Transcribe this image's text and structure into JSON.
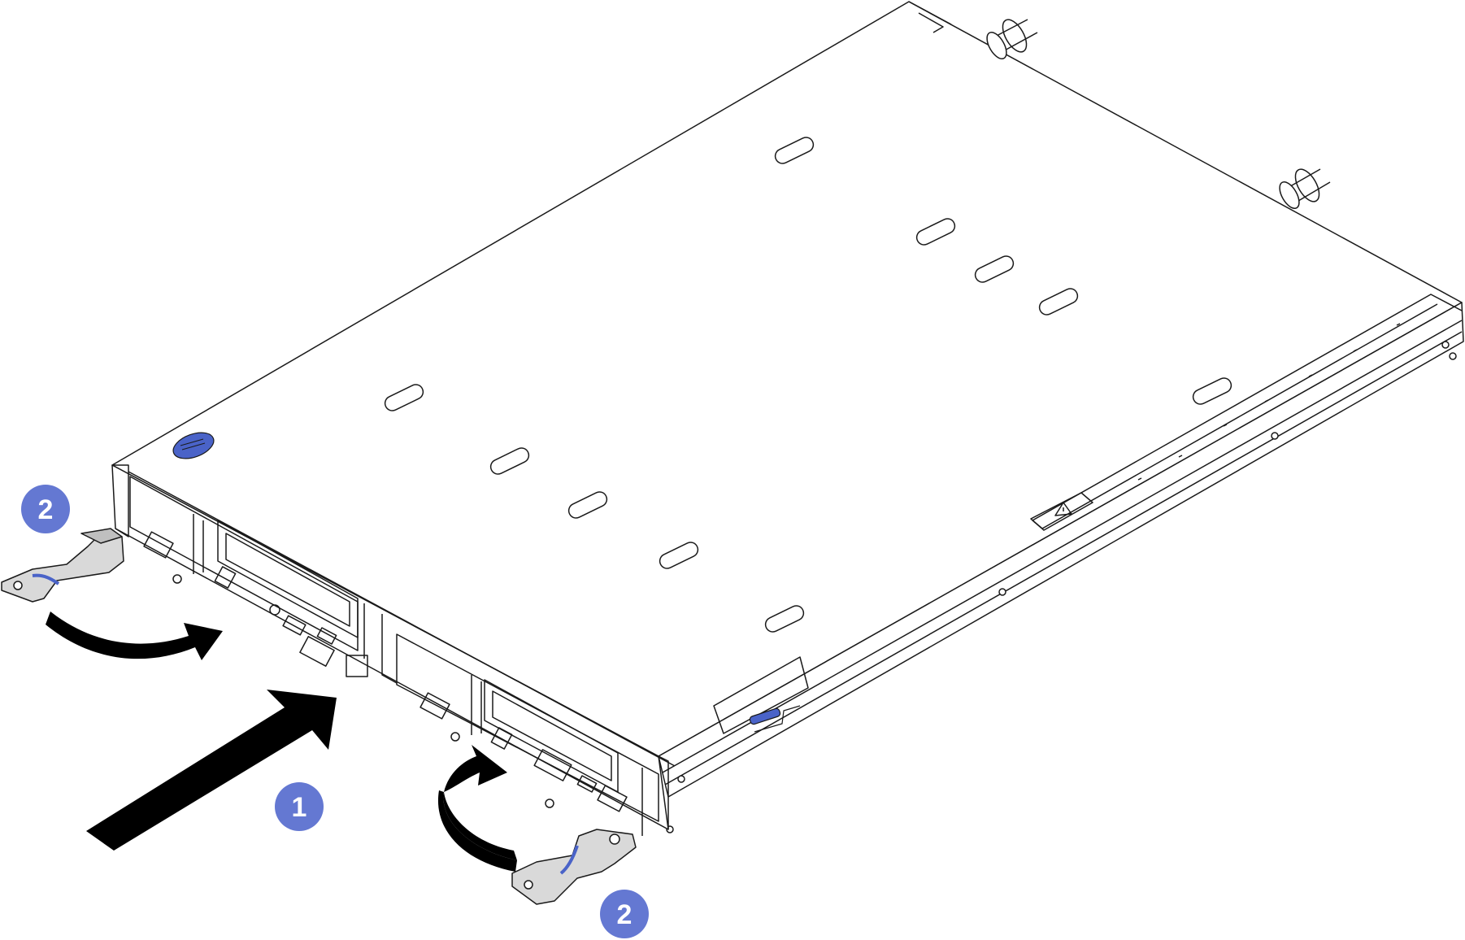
{
  "callouts": [
    {
      "id": "step-1",
      "label": "1"
    },
    {
      "id": "step-2-left",
      "label": "2"
    },
    {
      "id": "step-2-right",
      "label": "2"
    }
  ],
  "colors": {
    "line": "#1a1a1a",
    "callout_fill": "#6478d2",
    "accent_blue": "#4a63c8",
    "arrow": "#000000",
    "handle_fill": "#d9d9d9"
  },
  "icons": [
    "push-arrow-icon",
    "rotate-arrow-icon",
    "release-handle-icon",
    "warning-triangle-icon",
    "blue-latch-icon"
  ]
}
